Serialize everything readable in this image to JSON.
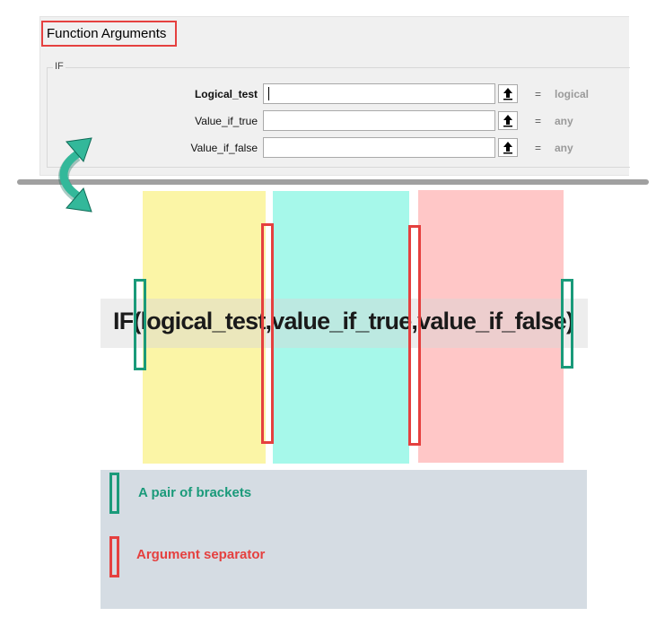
{
  "dialog": {
    "title": "Function Arguments",
    "group_label": "IF",
    "args": [
      {
        "label": "Logical_test",
        "value": "",
        "result": "logical"
      },
      {
        "label": "Value_if_true",
        "value": "",
        "result": "any"
      },
      {
        "label": "Value_if_false",
        "value": "",
        "result": "any"
      }
    ],
    "equals": "="
  },
  "formula": {
    "text": "IF(logical_test,value_if_true,value_if_false)"
  },
  "legend": {
    "brackets_label": "A pair of brackets",
    "separator_label": "Argument separator",
    "brackets_color": "#1a9a7a",
    "separator_color": "#e5403f"
  },
  "colors": {
    "band_1": "#fbf5a6",
    "band_2": "#a6f8ea",
    "band_3": "#ffc7c7",
    "legend_bg": "#d5dce3"
  },
  "icons": {
    "ref_button": "upload-arrow-icon",
    "curved_arrow": "curved-double-arrow-icon"
  }
}
